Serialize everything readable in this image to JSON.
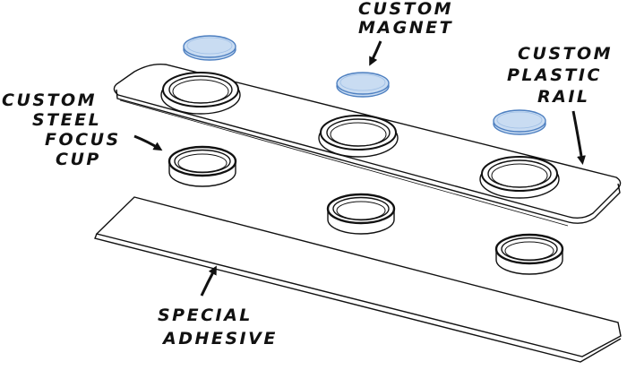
{
  "labels": {
    "magnet": [
      "CUSTOM",
      "MAGNET"
    ],
    "rail": [
      "CUSTOM",
      "PLASTIC",
      "RAIL"
    ],
    "cup": [
      "CUSTOM",
      "STEEL",
      "FOCUS",
      "CUP"
    ],
    "adhesive": [
      "SPECIAL",
      "ADHESIVE"
    ]
  },
  "colors": {
    "ink": "#111111",
    "magnet_fill": "#c9dcf2",
    "magnet_stroke": "#4d7fc0",
    "paper": "#ffffff"
  },
  "counts": {
    "magnets": 3,
    "cups": 3,
    "rail_sockets": 3
  }
}
